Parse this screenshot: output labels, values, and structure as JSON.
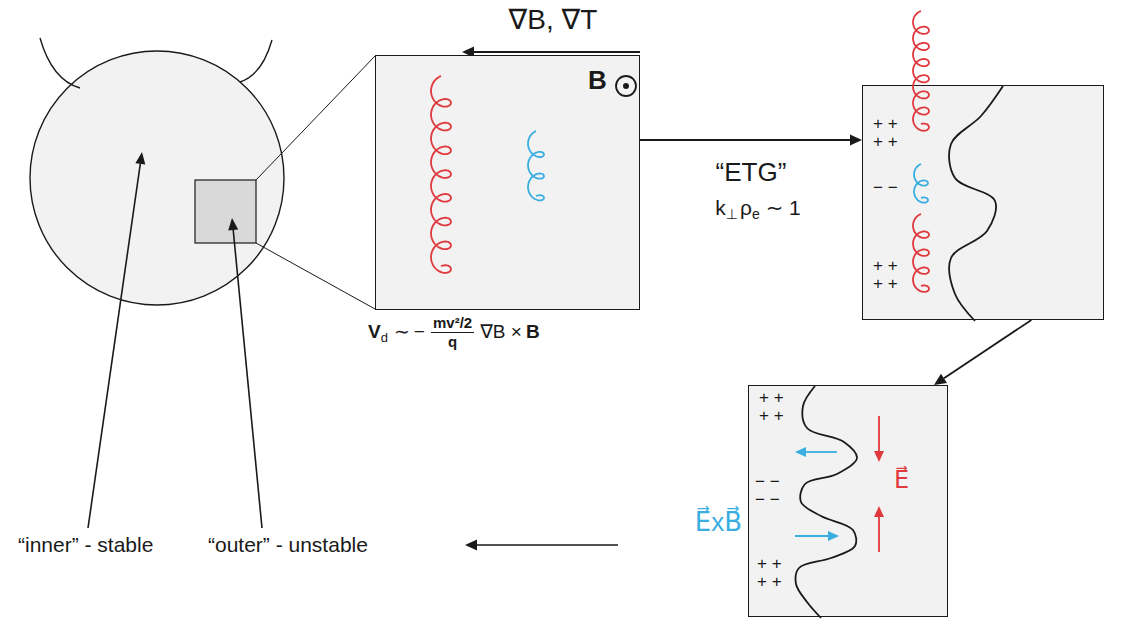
{
  "diagram": {
    "nodes": [
      {
        "text": [
          "B"
        ]
      },
      {
        "text": [
          "+ +",
          "+ +",
          "− −",
          "+ +",
          "+ +"
        ]
      },
      {
        "text": [
          "+ +",
          "+ +",
          "− −",
          "− −",
          "E⃗",
          "+ +",
          "+ +"
        ]
      }
    ],
    "edges": [
      {
        "from": 0,
        "to": 1,
        "arrow": "to",
        "label": "“ETG”"
      },
      {
        "from": 1,
        "to": 2,
        "arrow": "to"
      }
    ],
    "labels": [
      "∇B, ∇T",
      "V",
      "d",
      "∼",
      "−",
      "mv²/2",
      "q",
      "∇B ×",
      "B",
      "k",
      "⊥",
      "ρ",
      "e",
      "∼ 1",
      "E⃗xB⃗",
      "“inner” - stable",
      "“outer” - unstable"
    ]
  }
}
